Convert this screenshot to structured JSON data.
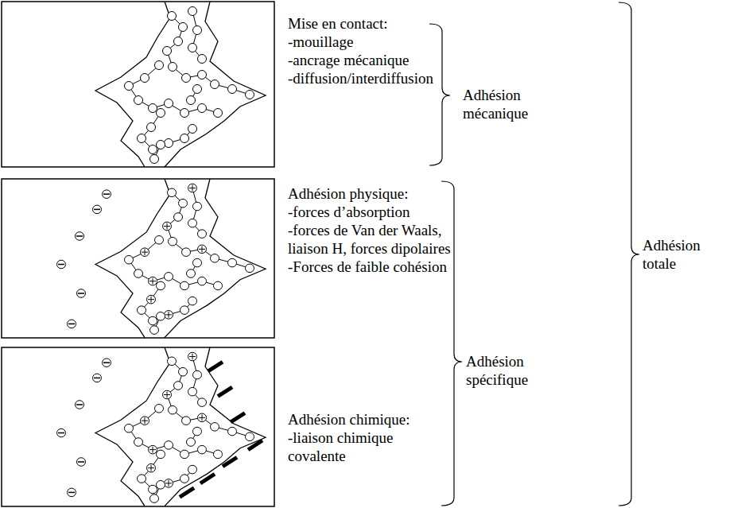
{
  "diagram": {
    "labels": [
      "Mise en contact:",
      "-mouillage",
      "-ancrage mécanique",
      "-diffusion/interdiffusion",
      "Adhésion mécanique",
      "Adhésion physique:",
      "-forces d’absorption",
      "-forces de Van der Waals, liaison H, forces dipolaires",
      "-Forces de faible cohésion",
      "Adhésion chimique:",
      "-liaison chimique covalente",
      "Adhésion spécifique",
      "Adhésion totale"
    ]
  }
}
